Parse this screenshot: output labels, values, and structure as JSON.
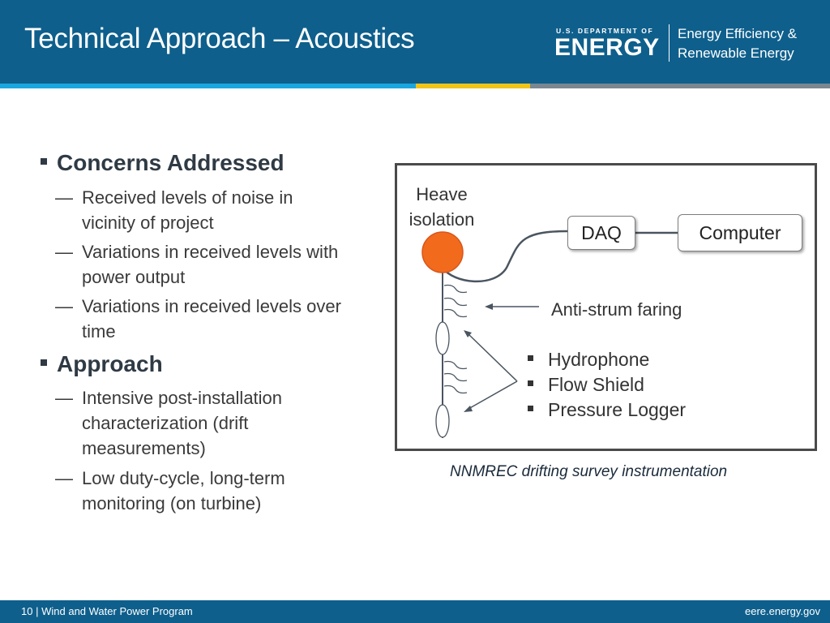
{
  "header": {
    "title": "Technical Approach – Acoustics",
    "logo_small": "U.S. DEPARTMENT OF",
    "logo_big": "ENERGY",
    "office_line1": "Energy Efficiency &",
    "office_line2": "Renewable Energy"
  },
  "content": {
    "bullets": [
      {
        "label": "Concerns Addressed",
        "subs": [
          "Received levels of noise in vicinity of project",
          "Variations in received levels with power output",
          "Variations in received levels over time"
        ]
      },
      {
        "label": "Approach",
        "subs": [
          "Intensive post-installation characterization (drift measurements)",
          "Low duty-cycle, long-term monitoring (on turbine)"
        ]
      }
    ],
    "dash": "—"
  },
  "diagram": {
    "heave_label": "Heave isolation",
    "daq_label": "DAQ",
    "computer_label": "Computer",
    "antistrum_label": "Anti-strum faring",
    "instruments": [
      "Hydrophone",
      "Flow Shield",
      "Pressure Logger"
    ],
    "caption": "NNMREC drifting survey instrumentation",
    "float_color": "#f26b1d"
  },
  "footer": {
    "page": "10",
    "separator": "|",
    "program": "Wind and Water Power Program",
    "url": "eere.energy.gov"
  },
  "colors": {
    "header_bg": "#0e5f8c",
    "stripe_blue": "#1aa7df",
    "stripe_yellow": "#f0c419",
    "stripe_gray": "#7a8790"
  }
}
